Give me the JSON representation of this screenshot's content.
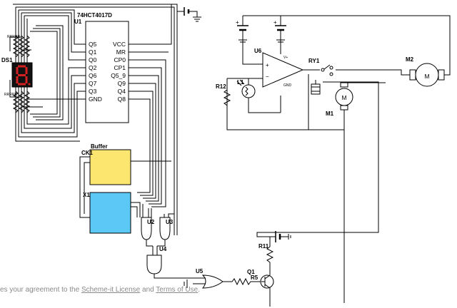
{
  "components": {
    "u1": {
      "ref": "U1",
      "part": "74HCT4017D",
      "left_pins": [
        "Q5",
        "Q1",
        "Q0",
        "Q2",
        "Q6",
        "Q7",
        "Q3",
        "GND"
      ],
      "right_pins": [
        "VCC",
        "MR",
        "CP0",
        "CP1",
        "Q5_9",
        "Q9",
        "Q4",
        "Q8"
      ]
    },
    "ds1": "DS1",
    "r_top": "RRRRR",
    "r_bottom": "RRRRR",
    "ck": "CK1",
    "buffer": "Buffer",
    "x1": "X1",
    "u2": "U2",
    "u3": "U3",
    "u4": "U4",
    "u5": "U5",
    "r5": "R5",
    "r11": "R11",
    "q1": "Q1",
    "u6": "U6",
    "vplus": "V+",
    "gnd": "GND",
    "ry1": "RY1",
    "m1": "M1",
    "m2": "M2",
    "motor_symbol": "M",
    "r12": "R12",
    "l1": "L1"
  },
  "colors": {
    "buffer_fill": "#fde66f",
    "x1_fill": "#5bc8f5",
    "segment_red": "#d42020"
  },
  "footer": {
    "prefix": "es your agreement to the ",
    "link1": "Scheme-it License",
    "middle": " and ",
    "link2": "Terms of Use",
    "suffix": "."
  }
}
